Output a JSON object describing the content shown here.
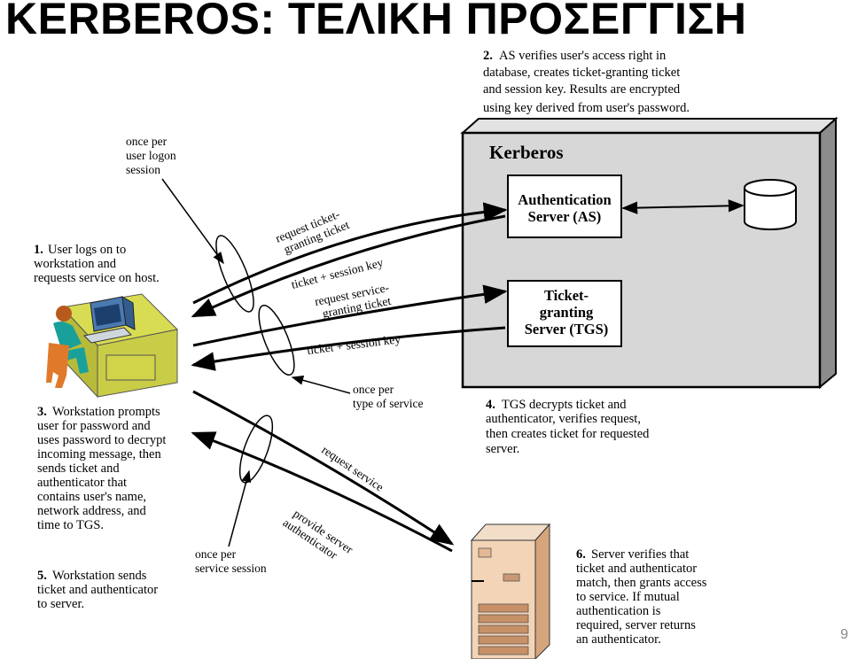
{
  "title": "KERBEROS: ΤΕΛΙΚΗ ΠΡΟΣΕΓΓΙΣΗ",
  "page_number": "9",
  "kerberos": {
    "label": "Kerberos",
    "as": [
      "Authentication",
      "Server (AS)"
    ],
    "tgs": [
      "Ticket-",
      "granting",
      "Server (TGS)"
    ]
  },
  "steps": {
    "s1": {
      "num": "1.",
      "lines": [
        "User logs on to",
        "workstation and",
        "requests service on host."
      ]
    },
    "s2": {
      "num": "2.",
      "lines": [
        "AS verifies user's access right in",
        "database, creates ticket-granting ticket",
        "and session key. Results are encrypted",
        "using key derived from user's password."
      ]
    },
    "s3": {
      "num": "3.",
      "lines": [
        "Workstation prompts",
        "user for password and",
        "uses password to decrypt",
        "incoming message, then",
        "sends ticket and",
        "authenticator that",
        "contains user's name,",
        "network address, and",
        "time to TGS."
      ]
    },
    "s4": {
      "num": "4.",
      "lines": [
        "TGS decrypts ticket and",
        "authenticator, verifies request,",
        "then creates ticket for requested",
        "server."
      ]
    },
    "s5": {
      "num": "5.",
      "lines": [
        "Workstation sends",
        "ticket and authenticator",
        "to server."
      ]
    },
    "s6": {
      "num": "6.",
      "lines": [
        "Server verifies that",
        "ticket and authenticator",
        "match, then grants access",
        "to service. If mutual",
        "authentication is",
        "required, server returns",
        "an authenticator."
      ]
    }
  },
  "annotations": {
    "once_logon": [
      "once per",
      "user logon",
      "session"
    ],
    "once_type": [
      "once per",
      "type of service"
    ],
    "once_session": [
      "once per",
      "service session"
    ]
  },
  "arrows": {
    "req_tgt": [
      "request ticket-",
      "granting ticket"
    ],
    "ticket_key_1": "ticket + session key",
    "req_sgt": [
      "request service-",
      "granting ticket"
    ],
    "ticket_key_2": "ticket + session key",
    "req_service": "request service",
    "provide_auth": [
      "provide server",
      "authenticator"
    ]
  }
}
